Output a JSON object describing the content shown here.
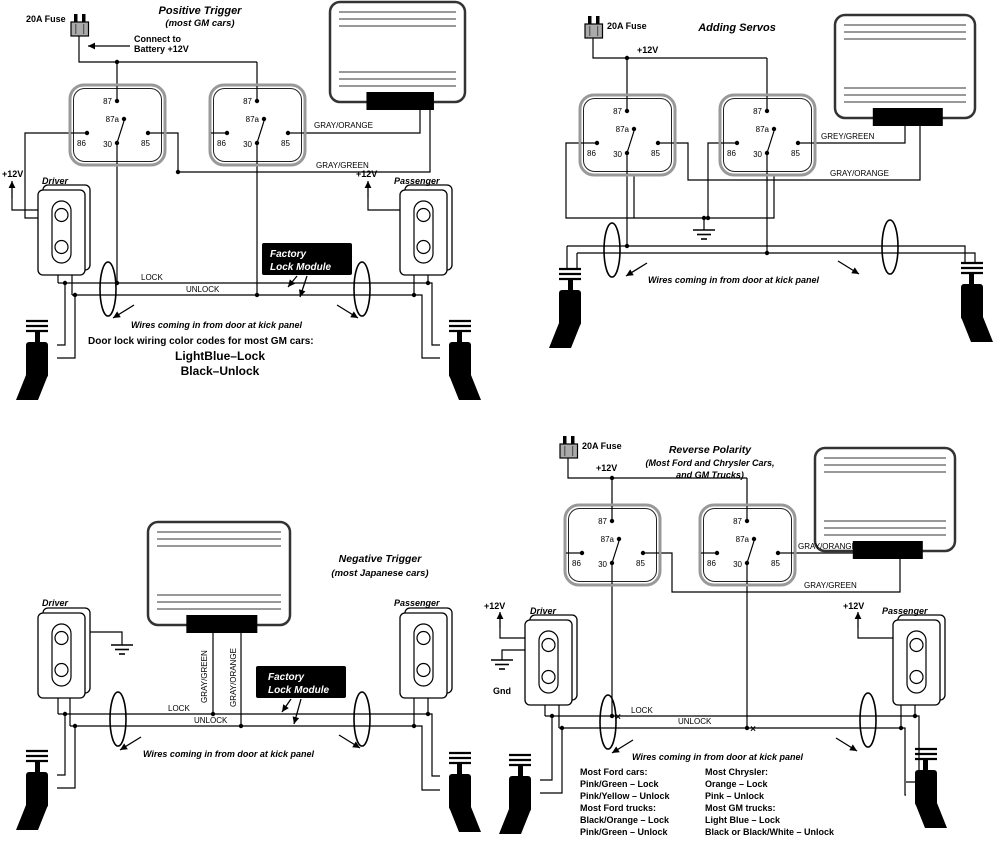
{
  "page": {
    "background": "#ffffff",
    "ink": "#000000"
  },
  "labels": {
    "fuse20": "20A Fuse",
    "v12": "+12V",
    "gnd": "Gnd",
    "driver": "Driver",
    "passenger": "Passenger",
    "lock": "LOCK",
    "unlock": "UNLOCK",
    "xmark": "×",
    "factory_line1": "Factory",
    "factory_line2": "Lock Module",
    "kick_panel": "Wires coming in from door at kick panel",
    "gray_orange": "GRAY/ORANGE",
    "gray_green": "GRAY/GREEN",
    "grey_green": "GREY/GREEN",
    "connect_1": "Connect to",
    "connect_2": "Battery +12V"
  },
  "relay_pins": {
    "p87": "87",
    "p87a": "87a",
    "p86": "86",
    "p85": "85",
    "p30": "30"
  },
  "sections": {
    "positive_trigger": {
      "title": "Positive Trigger",
      "subtitle": "(most GM cars)",
      "codes_heading": "Door lock wiring color codes for most GM cars:",
      "codes": [
        "LightBlue–Lock",
        "Black–Unlock"
      ]
    },
    "adding_servos": {
      "title": "Adding Servos"
    },
    "negative_trigger": {
      "title": "Negative Trigger",
      "subtitle": "(most Japanese cars)"
    },
    "reverse_polarity": {
      "title": "Reverse Polarity",
      "subtitle1": "(Most Ford and Chrysler Cars,",
      "subtitle2": "and GM Trucks)",
      "codes_left": [
        "Most Ford cars:",
        "Pink/Green – Lock",
        "Pink/Yellow – Unlock",
        "Most Ford trucks:",
        "Black/Orange – Lock",
        "Pink/Green – Unlock"
      ],
      "codes_right": [
        "Most Chrysler:",
        "Orange – Lock",
        "Pink – Unlock",
        "Most GM trucks:",
        "Light Blue – Lock",
        "Black or Black/White – Unlock"
      ]
    }
  }
}
